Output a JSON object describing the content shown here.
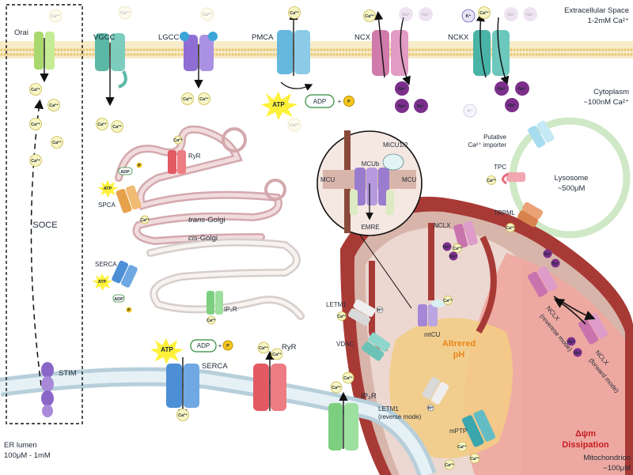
{
  "regions": {
    "extracellular_title": "Extracellular Space",
    "extracellular_conc": "1-2mM Ca²⁺",
    "cytoplasm_title": "Cytoplasm",
    "cytoplasm_conc": "~100nM Ca²⁺",
    "lysosome_title": "Lysosome",
    "lysosome_conc": "~500μM",
    "er_title": "ER lumen",
    "er_conc": "100μM - 1mM",
    "mito_title": "Mitochondrion",
    "mito_conc": "~100μM",
    "soce": "SOCE"
  },
  "golgi": {
    "trans_italic": "trans",
    "trans_rest": "-Golgi",
    "cis_italic": "cis",
    "cis_rest": "-Golgi"
  },
  "channels": {
    "orai": "Orai",
    "vgcc": "VGCC",
    "lgcc": "LGCC",
    "pmca": "PMCA",
    "ncx": "NCX",
    "nckx": "NCKX",
    "stim": "STIM",
    "serca_er": "SERCA",
    "ryr_er": "RyR",
    "ip3r_er": "IP₃R",
    "ryr_golgi": "RyR",
    "spca": "SPCA",
    "serca_golgi": "SERCA",
    "ip3r_golgi": "IP₃R",
    "putative_importer_1": "Putative",
    "putative_importer_2": "Ca²⁺ importer",
    "tpc": "TPC",
    "trpml": "TRPML",
    "nclx": "NCLX",
    "letm1": "LETM1",
    "vdac": "VDAC",
    "mtcu": "mtCU",
    "letm1_rev_1": "LETM1",
    "letm1_rev_2": "(reverse mode)",
    "mptp": "mPTP",
    "nclx_rev_1": "NCLX",
    "nclx_rev_2": "(reverese mode)",
    "nclx_fwd_1": "NCLX",
    "nclx_fwd_2": "(forward mode)"
  },
  "mcu": {
    "micu": "MICU1/2",
    "mcub": "MCUb",
    "mcu_left": "MCU",
    "mcu_right": "MCU",
    "emre": "EMRE"
  },
  "annotations": {
    "altered_1": "Altrered",
    "altered_2": "pH",
    "dissipation_1": "Δψm",
    "dissipation_2": "Dissipation"
  },
  "molecules": {
    "atp": "ATP",
    "adp": "ADP",
    "plus": "+",
    "p": "P",
    "ca": "Ca²⁺",
    "na": "Na⁺",
    "k": "K⁺",
    "h": "H⁺"
  },
  "colors": {
    "membrane": "#f3dfa8",
    "er_membrane": "#cfe3ee",
    "mito_outer": "#a83a36",
    "mito_inner": "#d8b9ae",
    "mito_matrix": "#ecd9d3",
    "depolarized": "#f0a7a0",
    "ph_zone": "#f0c77d",
    "lysosome": "#ccebc3",
    "golgi": "#ead0d2",
    "ca_ion": "#f8f5c4",
    "na_ion": "#7b2f8b",
    "atp": "#fff13a"
  }
}
